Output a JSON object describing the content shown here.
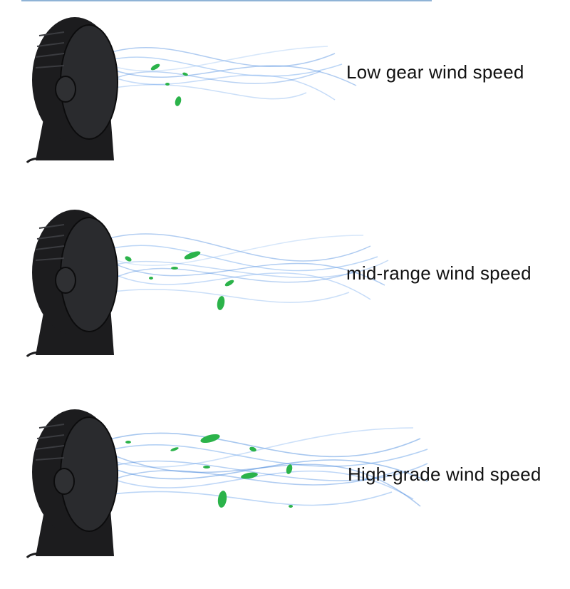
{
  "colors": {
    "fan_body": "#1c1c1e",
    "wind": "#4f8fe0",
    "leaf": "#2bb34a",
    "rule": "#8fb3d6"
  },
  "panels": [
    {
      "label": "Low gear wind speed",
      "icon": "fan-icon",
      "wind_strength": "low"
    },
    {
      "label": "mid-range wind speed",
      "icon": "fan-icon",
      "wind_strength": "medium"
    },
    {
      "label": "High-grade wind speed",
      "icon": "fan-icon",
      "wind_strength": "high"
    }
  ]
}
